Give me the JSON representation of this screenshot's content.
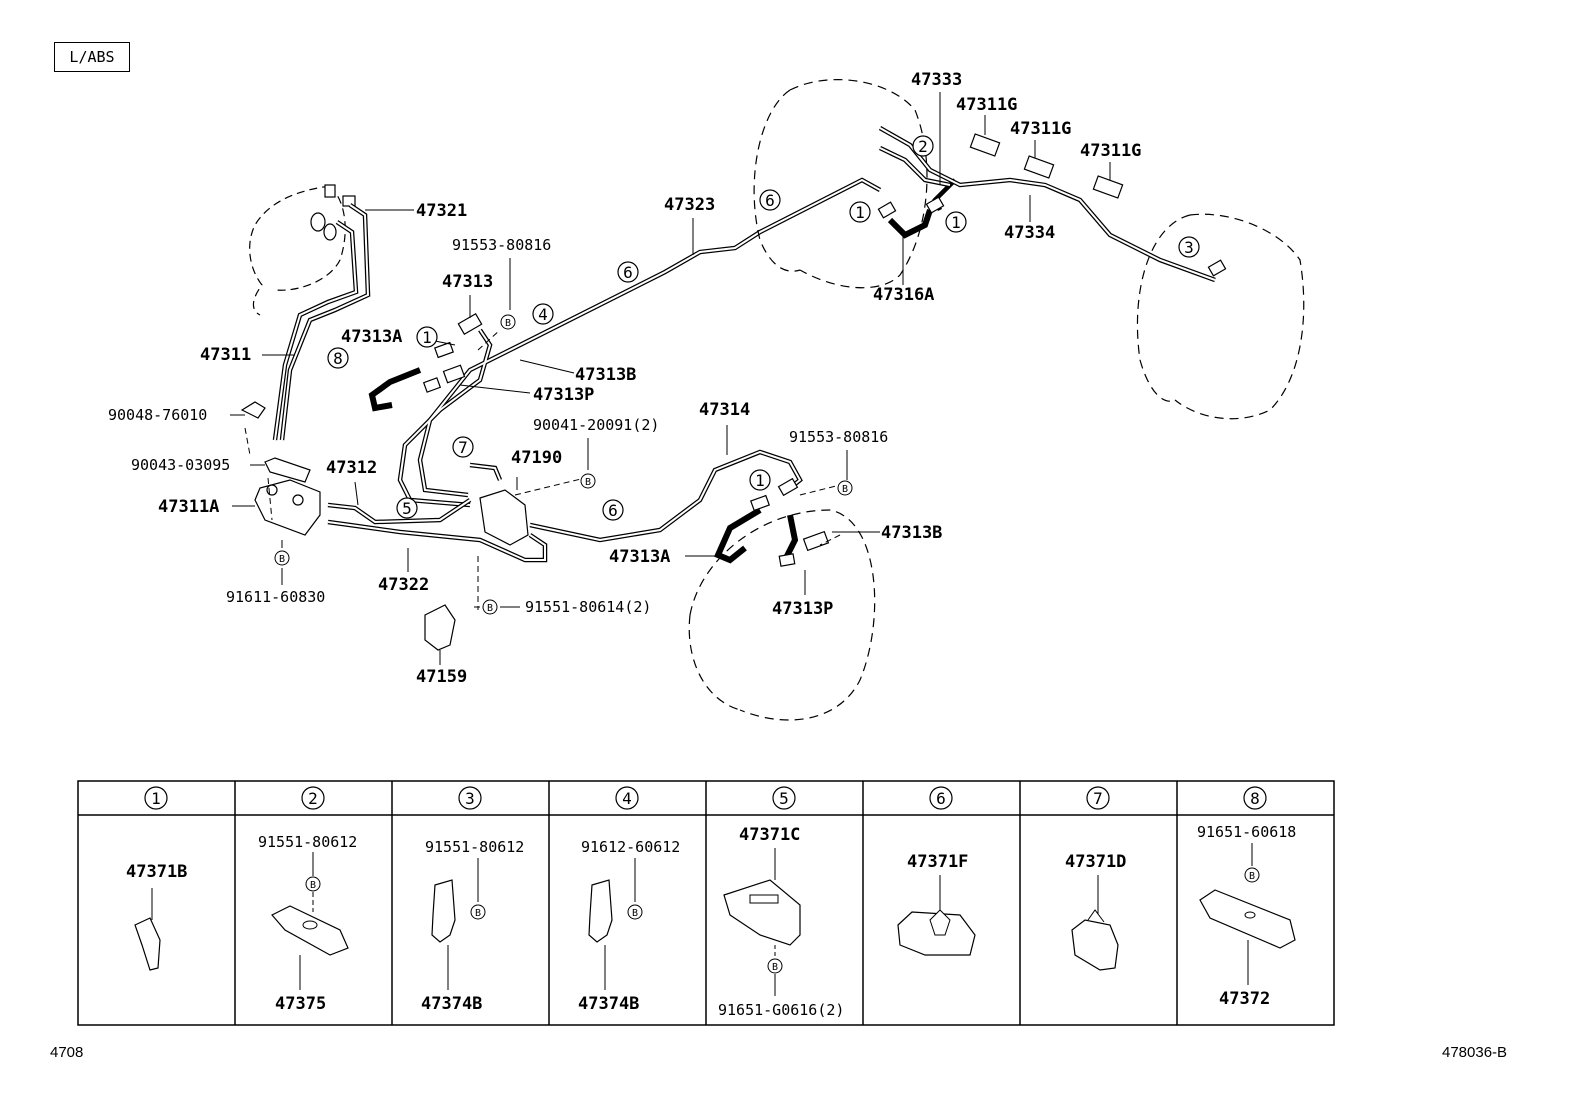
{
  "variant_tag": "L/ABS",
  "page_code_left": "4708",
  "page_code_right": "478036-B",
  "callouts": {
    "c47321": "47321",
    "c47313": "47313",
    "c91553a": "91553-80816",
    "c47313A_top": "47313A",
    "c47311": "47311",
    "c47313B_top": "47313B",
    "c47313P_top": "47313P",
    "c90048": "90048-76010",
    "c90043": "90043-03095",
    "c47311A": "47311A",
    "c91611": "91611-60830",
    "c47312": "47312",
    "c47322": "47322",
    "c47190": "47190",
    "c90041": "90041-20091(2)",
    "c47314": "47314",
    "c91553b": "91553-80816",
    "c47313B_bot": "47313B",
    "c47313A_bot": "47313A",
    "c47313P_bot": "47313P",
    "c91551": "91551-80614(2)",
    "c47159": "47159",
    "c47323": "47323",
    "c47333": "47333",
    "c47311G_1": "47311G",
    "c47311G_2": "47311G",
    "c47311G_3": "47311G",
    "c47334": "47334",
    "c47316A": "47316A"
  },
  "circles": {
    "n1": "1",
    "n2": "2",
    "n3": "3",
    "n4": "4",
    "n5": "5",
    "n6": "6",
    "n7": "7",
    "n8": "8",
    "b": "B"
  },
  "legend": {
    "headers": [
      "1",
      "2",
      "3",
      "4",
      "5",
      "6",
      "7",
      "8"
    ],
    "cells": [
      {
        "top": "",
        "part": "47371B",
        "bottom": ""
      },
      {
        "top": "91551-80612",
        "part": "",
        "bottom": "47375"
      },
      {
        "top": "91551-80612",
        "part": "",
        "bottom": "47374B"
      },
      {
        "top": "91612-60612",
        "part": "",
        "bottom": "47374B"
      },
      {
        "top": "47371C",
        "part": "",
        "bottom": "91651-G0616(2)"
      },
      {
        "top": "47371F",
        "part": "",
        "bottom": ""
      },
      {
        "top": "47371D",
        "part": "",
        "bottom": ""
      },
      {
        "top": "91651-60618",
        "part": "",
        "bottom": "47372"
      }
    ]
  }
}
